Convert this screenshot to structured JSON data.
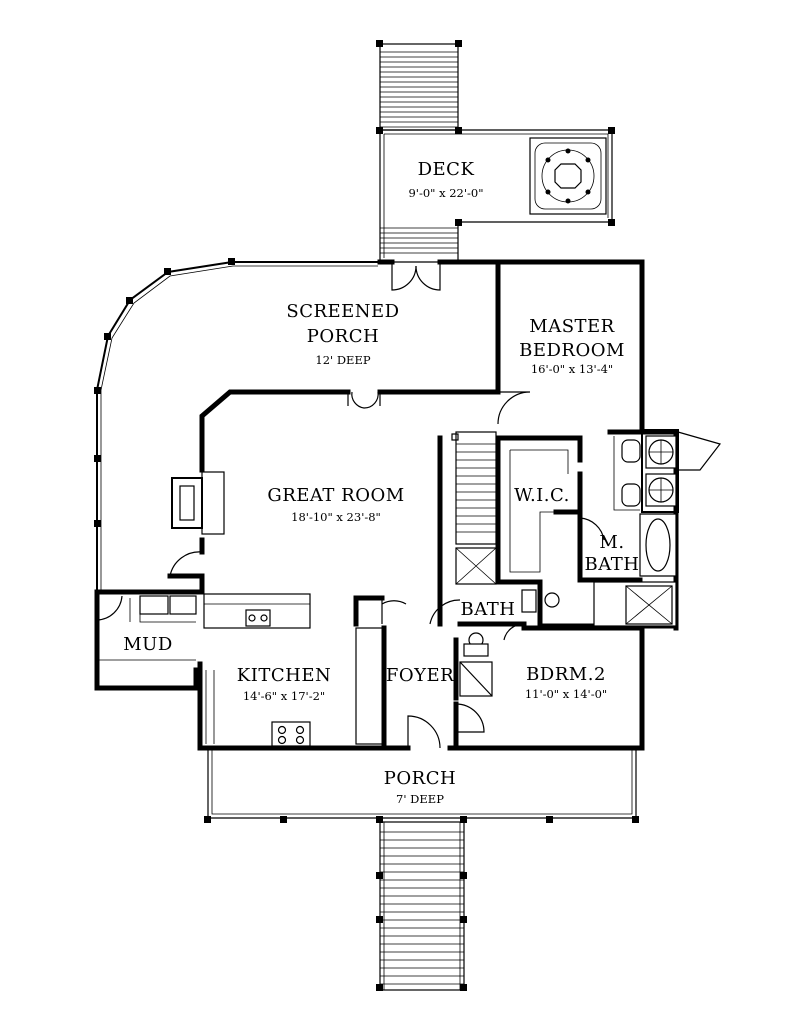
{
  "rooms": {
    "deck": {
      "name": "DECK",
      "dims": "9'-0\" x 22'-0\""
    },
    "screened_porch": {
      "name_line1": "SCREENED",
      "name_line2": "PORCH",
      "dims": "12' DEEP"
    },
    "master_bedroom": {
      "name_line1": "MASTER",
      "name_line2": "BEDROOM",
      "dims": "16'-0\" x 13'-4\""
    },
    "great_room": {
      "name": "GREAT ROOM",
      "dims": "18'-10\" x 23'-8\""
    },
    "wic": {
      "name": "W.I.C."
    },
    "master_bath": {
      "name_line1": "M.",
      "name_line2": "BATH"
    },
    "bath": {
      "name": "BATH"
    },
    "mud": {
      "name": "MUD"
    },
    "kitchen": {
      "name": "KITCHEN",
      "dims": "14'-6\" x 17'-2\""
    },
    "foyer": {
      "name": "FOYER"
    },
    "bedroom2": {
      "name": "BDRM.2",
      "dims": "11'-0\" x 14'-0\""
    },
    "porch": {
      "name": "PORCH",
      "dims": "7' DEEP"
    }
  }
}
